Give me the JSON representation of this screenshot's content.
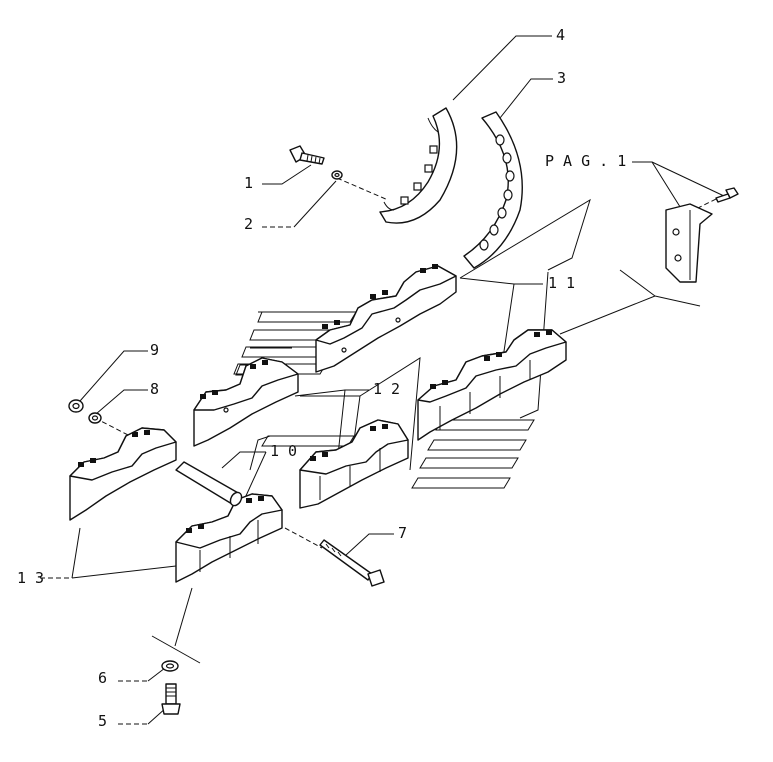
{
  "callouts": {
    "c1": "1",
    "c2": "2",
    "c3": "3",
    "c4": "4",
    "c5": "5",
    "c6": "6",
    "c7": "7",
    "c8": "8",
    "c9": "9",
    "c10": "1 0",
    "c11": "1 1",
    "c12": "1 2",
    "c13": "1 3",
    "pag": "P A G . 1"
  }
}
